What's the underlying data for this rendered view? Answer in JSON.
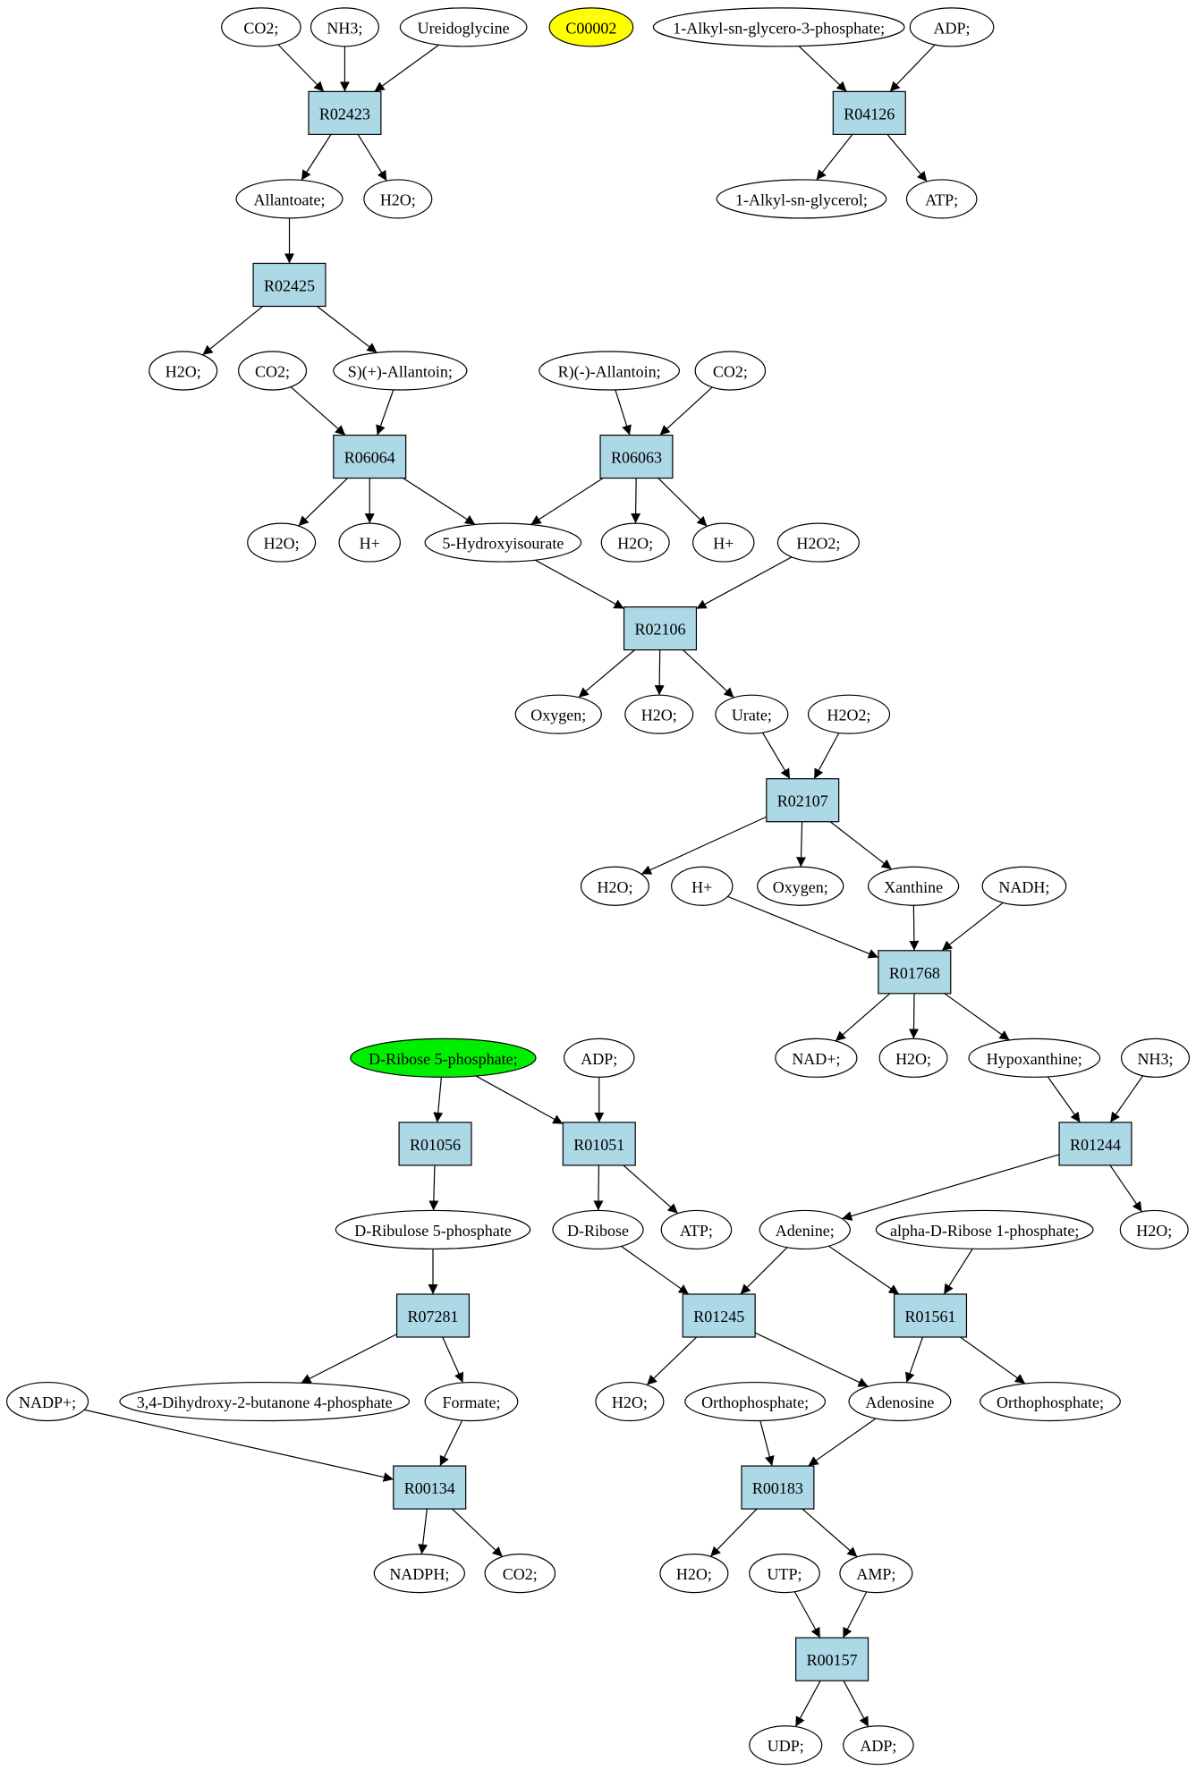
{
  "colors": {
    "reaction": "#add8e6",
    "compound": "#ffffff",
    "highlight_yellow": "#ffff00",
    "highlight_green": "#00ee00"
  },
  "nodes": [
    {
      "id": "co2_a",
      "label": "CO2;",
      "kind": "compound"
    },
    {
      "id": "nh3_a",
      "label": "NH3;",
      "kind": "compound"
    },
    {
      "id": "ureido",
      "label": "Ureidoglycine",
      "kind": "compound"
    },
    {
      "id": "c00002",
      "label": "C00002",
      "kind": "compound",
      "highlight": "yellow"
    },
    {
      "id": "alkylg3p",
      "label": "1-Alkyl-sn-glycero-3-phosphate;",
      "kind": "compound"
    },
    {
      "id": "adp_a",
      "label": "ADP;",
      "kind": "compound"
    },
    {
      "id": "R02423",
      "label": "R02423",
      "kind": "reaction"
    },
    {
      "id": "R04126",
      "label": "R04126",
      "kind": "reaction"
    },
    {
      "id": "allantoate",
      "label": "Allantoate;",
      "kind": "compound"
    },
    {
      "id": "h2o_a",
      "label": "H2O;",
      "kind": "compound"
    },
    {
      "id": "alkylg",
      "label": "1-Alkyl-sn-glycerol;",
      "kind": "compound"
    },
    {
      "id": "atp_a",
      "label": "ATP;",
      "kind": "compound"
    },
    {
      "id": "R02425",
      "label": "R02425",
      "kind": "reaction"
    },
    {
      "id": "h2o_b",
      "label": "H2O;",
      "kind": "compound"
    },
    {
      "id": "co2_b",
      "label": "CO2;",
      "kind": "compound"
    },
    {
      "id": "sallant",
      "label": "S)(+)-Allantoin;",
      "kind": "compound"
    },
    {
      "id": "rallant",
      "label": "R)(-)-Allantoin;",
      "kind": "compound"
    },
    {
      "id": "co2_c",
      "label": "CO2;",
      "kind": "compound"
    },
    {
      "id": "R06064",
      "label": "R06064",
      "kind": "reaction"
    },
    {
      "id": "R06063",
      "label": "R06063",
      "kind": "reaction"
    },
    {
      "id": "h2o_c",
      "label": "H2O;",
      "kind": "compound"
    },
    {
      "id": "hp_a",
      "label": "H+",
      "kind": "compound"
    },
    {
      "id": "hydroxyisourate",
      "label": "5-Hydroxyisourate",
      "kind": "compound"
    },
    {
      "id": "h2o_d",
      "label": "H2O;",
      "kind": "compound"
    },
    {
      "id": "hp_b",
      "label": "H+",
      "kind": "compound"
    },
    {
      "id": "h2o2_a",
      "label": "H2O2;",
      "kind": "compound"
    },
    {
      "id": "R02106",
      "label": "R02106",
      "kind": "reaction"
    },
    {
      "id": "oxygen_a",
      "label": "Oxygen;",
      "kind": "compound"
    },
    {
      "id": "h2o_e",
      "label": "H2O;",
      "kind": "compound"
    },
    {
      "id": "urate",
      "label": "Urate;",
      "kind": "compound"
    },
    {
      "id": "h2o2_b",
      "label": "H2O2;",
      "kind": "compound"
    },
    {
      "id": "R02107",
      "label": "R02107",
      "kind": "reaction"
    },
    {
      "id": "h2o_f",
      "label": "H2O;",
      "kind": "compound"
    },
    {
      "id": "hp_c",
      "label": "H+",
      "kind": "compound"
    },
    {
      "id": "oxygen_b",
      "label": "Oxygen;",
      "kind": "compound"
    },
    {
      "id": "xanthine",
      "label": "Xanthine",
      "kind": "compound"
    },
    {
      "id": "nadh",
      "label": "NADH;",
      "kind": "compound"
    },
    {
      "id": "R01768",
      "label": "R01768",
      "kind": "reaction"
    },
    {
      "id": "nadp_a",
      "label": "NAD+;",
      "kind": "compound"
    },
    {
      "id": "h2o_g",
      "label": "H2O;",
      "kind": "compound"
    },
    {
      "id": "hypoxanthine",
      "label": "Hypoxanthine;",
      "kind": "compound"
    },
    {
      "id": "nh3_b",
      "label": "NH3;",
      "kind": "compound"
    },
    {
      "id": "dr5p",
      "label": "D-Ribose 5-phosphate;",
      "kind": "compound",
      "highlight": "green"
    },
    {
      "id": "adp_b",
      "label": "ADP;",
      "kind": "compound"
    },
    {
      "id": "R01056",
      "label": "R01056",
      "kind": "reaction"
    },
    {
      "id": "R01051",
      "label": "R01051",
      "kind": "reaction"
    },
    {
      "id": "R01244",
      "label": "R01244",
      "kind": "reaction"
    },
    {
      "id": "dru5p",
      "label": "D-Ribulose 5-phosphate",
      "kind": "compound"
    },
    {
      "id": "dribose",
      "label": "D-Ribose",
      "kind": "compound"
    },
    {
      "id": "atp_b",
      "label": "ATP;",
      "kind": "compound"
    },
    {
      "id": "adenine",
      "label": "Adenine;",
      "kind": "compound"
    },
    {
      "id": "adr1p",
      "label": "alpha-D-Ribose 1-phosphate;",
      "kind": "compound"
    },
    {
      "id": "h2o_h",
      "label": "H2O;",
      "kind": "compound"
    },
    {
      "id": "R07281",
      "label": "R07281",
      "kind": "reaction"
    },
    {
      "id": "R01245",
      "label": "R01245",
      "kind": "reaction"
    },
    {
      "id": "R01561",
      "label": "R01561",
      "kind": "reaction"
    },
    {
      "id": "nadpplus",
      "label": "NADP+;",
      "kind": "compound"
    },
    {
      "id": "dhbp",
      "label": "3,4-Dihydroxy-2-butanone 4-phosphate",
      "kind": "compound"
    },
    {
      "id": "formate",
      "label": "Formate;",
      "kind": "compound"
    },
    {
      "id": "h2o_i",
      "label": "H2O;",
      "kind": "compound"
    },
    {
      "id": "orthop_a",
      "label": "Orthophosphate;",
      "kind": "compound"
    },
    {
      "id": "adenosine",
      "label": "Adenosine",
      "kind": "compound"
    },
    {
      "id": "orthop_b",
      "label": "Orthophosphate;",
      "kind": "compound"
    },
    {
      "id": "R00134",
      "label": "R00134",
      "kind": "reaction"
    },
    {
      "id": "R00183",
      "label": "R00183",
      "kind": "reaction"
    },
    {
      "id": "nadph",
      "label": "NADPH;",
      "kind": "compound"
    },
    {
      "id": "co2_d",
      "label": "CO2;",
      "kind": "compound"
    },
    {
      "id": "h2o_j",
      "label": "H2O;",
      "kind": "compound"
    },
    {
      "id": "utp",
      "label": "UTP;",
      "kind": "compound"
    },
    {
      "id": "amp",
      "label": "AMP;",
      "kind": "compound"
    },
    {
      "id": "R00157",
      "label": "R00157",
      "kind": "reaction"
    },
    {
      "id": "udp",
      "label": "UDP;",
      "kind": "compound"
    },
    {
      "id": "adp_c",
      "label": "ADP;",
      "kind": "compound"
    }
  ],
  "edges": [
    [
      "co2_a",
      "R02423"
    ],
    [
      "nh3_a",
      "R02423"
    ],
    [
      "ureido",
      "R02423"
    ],
    [
      "R02423",
      "allantoate"
    ],
    [
      "R02423",
      "h2o_a"
    ],
    [
      "alkylg3p",
      "R04126"
    ],
    [
      "adp_a",
      "R04126"
    ],
    [
      "R04126",
      "alkylg"
    ],
    [
      "R04126",
      "atp_a"
    ],
    [
      "allantoate",
      "R02425"
    ],
    [
      "R02425",
      "h2o_b"
    ],
    [
      "R02425",
      "sallant"
    ],
    [
      "co2_b",
      "R06064"
    ],
    [
      "sallant",
      "R06064"
    ],
    [
      "rallant",
      "R06063"
    ],
    [
      "co2_c",
      "R06063"
    ],
    [
      "R06064",
      "h2o_c"
    ],
    [
      "R06064",
      "hp_a"
    ],
    [
      "R06064",
      "hydroxyisourate"
    ],
    [
      "R06063",
      "hydroxyisourate"
    ],
    [
      "R06063",
      "h2o_d"
    ],
    [
      "R06063",
      "hp_b"
    ],
    [
      "hydroxyisourate",
      "R02106"
    ],
    [
      "h2o2_a",
      "R02106"
    ],
    [
      "R02106",
      "oxygen_a"
    ],
    [
      "R02106",
      "h2o_e"
    ],
    [
      "R02106",
      "urate"
    ],
    [
      "urate",
      "R02107"
    ],
    [
      "h2o2_b",
      "R02107"
    ],
    [
      "R02107",
      "h2o_f"
    ],
    [
      "R02107",
      "oxygen_b"
    ],
    [
      "R02107",
      "xanthine"
    ],
    [
      "hp_c",
      "R01768"
    ],
    [
      "xanthine",
      "R01768"
    ],
    [
      "nadh",
      "R01768"
    ],
    [
      "R01768",
      "nadp_a"
    ],
    [
      "R01768",
      "h2o_g"
    ],
    [
      "R01768",
      "hypoxanthine"
    ],
    [
      "hypoxanthine",
      "R01244"
    ],
    [
      "nh3_b",
      "R01244"
    ],
    [
      "R01244",
      "adenine"
    ],
    [
      "R01244",
      "h2o_h"
    ],
    [
      "dr5p",
      "R01056"
    ],
    [
      "dr5p",
      "R01051"
    ],
    [
      "adp_b",
      "R01051"
    ],
    [
      "R01056",
      "dru5p"
    ],
    [
      "R01051",
      "dribose"
    ],
    [
      "R01051",
      "atp_b"
    ],
    [
      "dru5p",
      "R07281"
    ],
    [
      "R07281",
      "dhbp"
    ],
    [
      "R07281",
      "formate"
    ],
    [
      "dribose",
      "R01245"
    ],
    [
      "adenine",
      "R01245"
    ],
    [
      "adenine",
      "R01561"
    ],
    [
      "adr1p",
      "R01561"
    ],
    [
      "R01245",
      "h2o_i"
    ],
    [
      "R01245",
      "adenosine"
    ],
    [
      "R01561",
      "adenosine"
    ],
    [
      "R01561",
      "orthop_b"
    ],
    [
      "nadpplus",
      "R00134"
    ],
    [
      "formate",
      "R00134"
    ],
    [
      "R00134",
      "nadph"
    ],
    [
      "R00134",
      "co2_d"
    ],
    [
      "orthop_a",
      "R00183"
    ],
    [
      "adenosine",
      "R00183"
    ],
    [
      "R00183",
      "h2o_j"
    ],
    [
      "R00183",
      "amp"
    ],
    [
      "utp",
      "R00157"
    ],
    [
      "amp",
      "R00157"
    ],
    [
      "R00157",
      "udp"
    ],
    [
      "R00157",
      "adp_c"
    ]
  ]
}
